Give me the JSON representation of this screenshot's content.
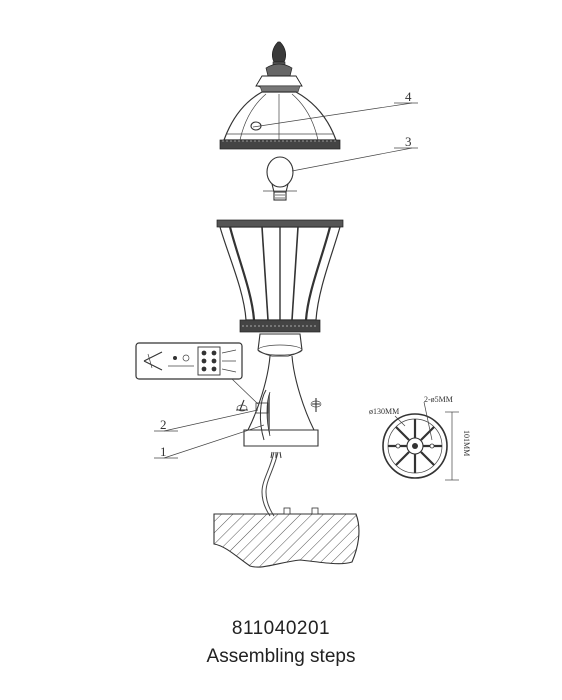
{
  "callouts": {
    "one": "1",
    "two": "2",
    "three": "3",
    "four": "4"
  },
  "dimensions": {
    "diameter": "ø130MM",
    "holes": "2-ø5MM",
    "height": "101MM"
  },
  "product_code": "811040201",
  "caption": "Assembling steps",
  "colors": {
    "line": "#333333",
    "fill_dark": "#4a4a4a",
    "hatch": "#555555"
  }
}
